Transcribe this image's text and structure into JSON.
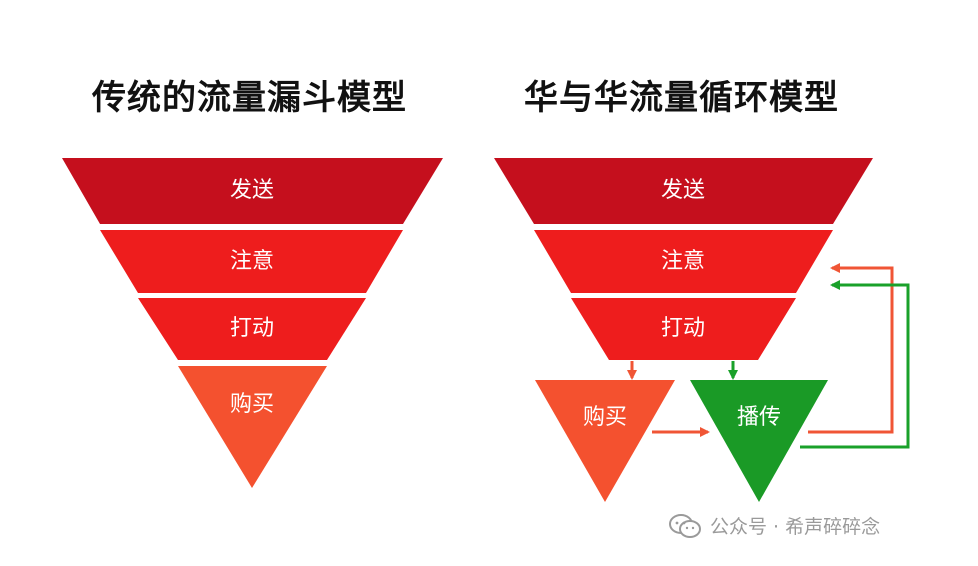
{
  "left_model": {
    "title": "传统的流量漏斗模型",
    "stages": [
      "发送",
      "注意",
      "打动",
      "购买"
    ]
  },
  "right_model": {
    "title": "华与华流量循环模型",
    "stages": [
      "发送",
      "注意",
      "打动"
    ],
    "buy_label": "购买",
    "spread_label": "播传"
  },
  "colors": {
    "dark_red": "#c50f1d",
    "red": "#ee1d1d",
    "orange_red": "#f4512f",
    "green": "#1a9a26",
    "arrow_orange": "#f05535",
    "arrow_green": "#1aa12a"
  },
  "watermark": {
    "icon": "wechat-icon",
    "text": "公众号 · 希声碎碎念"
  }
}
